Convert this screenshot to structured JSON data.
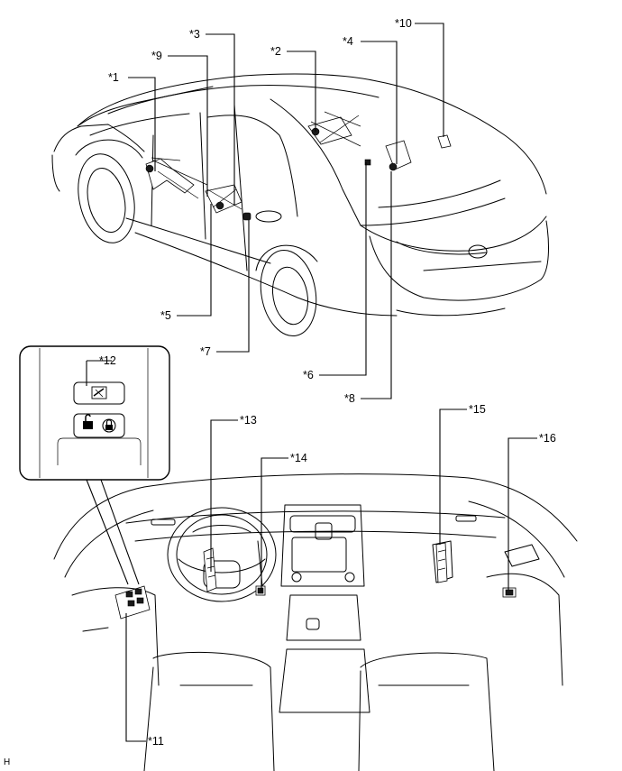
{
  "callouts": {
    "c1": "*1",
    "c2": "*2",
    "c3": "*3",
    "c4": "*4",
    "c5": "*5",
    "c6": "*6",
    "c7": "*7",
    "c8": "*8",
    "c9": "*9",
    "c10": "*10",
    "c11": "*11",
    "c12": "*12",
    "c13": "*13",
    "c14": "*14",
    "c15": "*15",
    "c16": "*16"
  },
  "figure_code": "H",
  "icons": [
    "window-lock-switch-icon",
    "unlock-icon",
    "lock-icon"
  ]
}
